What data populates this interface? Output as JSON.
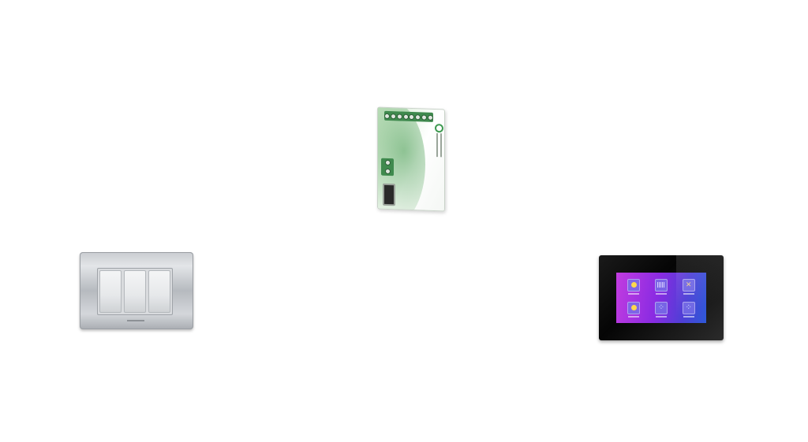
{
  "scene": {
    "background_color": "#ffffff"
  },
  "products": [
    {
      "id": "module",
      "kind": "smart-switch-module",
      "accent_color": "#3f8a4e"
    },
    {
      "id": "switch-plate",
      "kind": "three-gang-rocker-switch-plate",
      "rocker_count": 3,
      "finish_color": "#bfc2c6"
    },
    {
      "id": "touch-panel",
      "kind": "touchscreen-control-panel",
      "tile_count": 6,
      "tile_icons": [
        "bulb-icon",
        "curtain-icon",
        "fan-icon",
        "bulb-icon",
        "dots-icon",
        "dots-icon"
      ],
      "screen_colors": [
        "#c23ce0",
        "#2e59d8"
      ]
    }
  ]
}
